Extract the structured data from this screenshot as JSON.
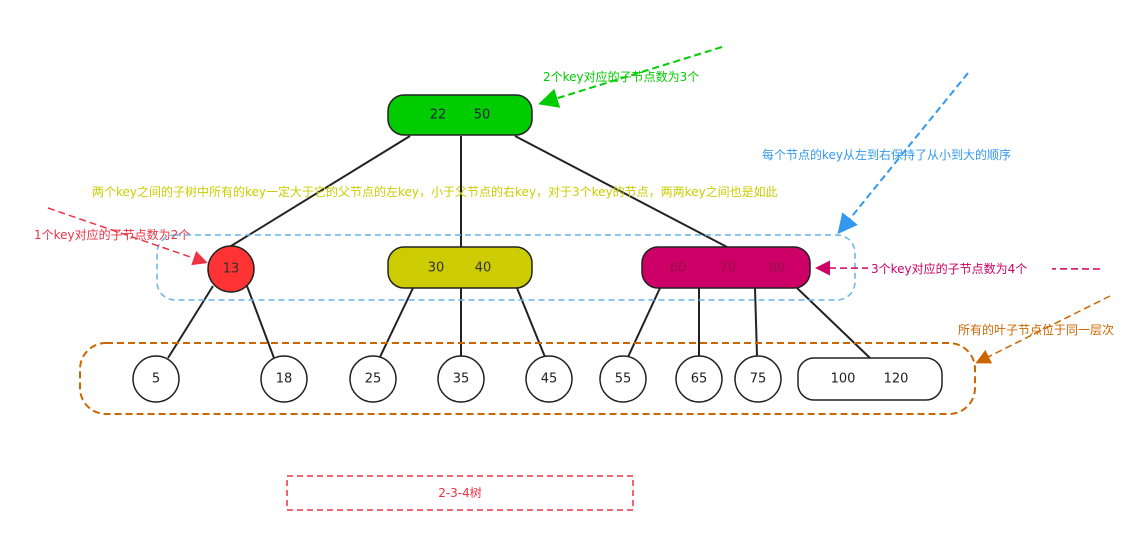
{
  "title": "2-3-4树",
  "colors": {
    "root": "#00cc00",
    "red": "#ff3333",
    "yellow": "#cccc00",
    "magenta": "#cc0066",
    "blue": "#3399ee",
    "orange": "#cc6600"
  },
  "root": {
    "keys": [
      "22",
      "50"
    ]
  },
  "level2": {
    "left": {
      "keys": [
        "13"
      ]
    },
    "middle": {
      "keys": [
        "30",
        "40"
      ]
    },
    "right": {
      "keys": [
        "60",
        "70",
        "80"
      ]
    }
  },
  "leaves": [
    "5",
    "18",
    "25",
    "35",
    "45",
    "55",
    "65",
    "75"
  ],
  "leaf_last": {
    "keys": [
      "100",
      "120"
    ]
  },
  "annotations": {
    "three_children": "2个key对应的子节点数为3个",
    "order": "每个节点的key从左到右保持了从小到大的顺序",
    "between": "两个key之间的子树中所有的key一定大于它的父节点的左key，小于父节点的右key，对于3个key的节点，两两key之间也是如此",
    "two_children": "1个key对应的子节点数为2个",
    "four_children": "3个key对应的子节点数为4个",
    "same_level": "所有的叶子节点位于同一层次"
  }
}
